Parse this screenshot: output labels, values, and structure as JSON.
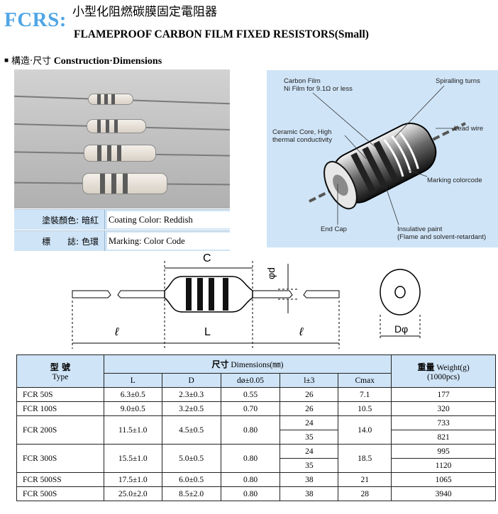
{
  "header": {
    "brand": "FCRS:",
    "title_cn": "小型化阻燃碳膜固定電阻器",
    "title_en": "FLAMEPROOF CARBON FILM FIXED RESISTORS(Small)"
  },
  "section": {
    "bullet": "■",
    "title_cn": "構造·尺寸",
    "title_en": "Construction·Dimensions"
  },
  "photo_info": [
    {
      "label_cn": "塗裝顏色: 暗紅",
      "label_en": "Coating Color: Reddish"
    },
    {
      "label_cn": "標　　誌: 色環",
      "label_en": "Marking: Color Code"
    }
  ],
  "construction_labels": {
    "carbon_film": "Carbon Film",
    "ni_film": "Ni Film for 9.1Ω or less",
    "spiralling": "Spiralling turns",
    "ceramic_core": "Ceramic Core, High",
    "ceramic_core2": "thermal conductivity",
    "lead_wire": "Lead wire",
    "marking": "Marking colorcode",
    "end_cap": "End Cap",
    "insulative": "Insulative paint",
    "insulative2": "(Flame and solvent-retardant)"
  },
  "dimension_labels": {
    "C": "C",
    "phi_d": "φd",
    "l_left": "ℓ",
    "L": "L",
    "l_right": "ℓ",
    "D_phi": "Dφ"
  },
  "table": {
    "type_cn": "型  號",
    "type_en": "Type",
    "dims_cn": "尺寸",
    "dims_en": "Dimensions(㎜)",
    "weight_cn": "重量",
    "weight_en": "Weight(g)",
    "weight_unit": "(1000pcs)",
    "col_L": "L",
    "col_D": "D",
    "col_d": "dø±0.05",
    "col_l": "l±3",
    "col_C": "Cmax",
    "rows": [
      {
        "type": "FCR 50S",
        "L": "6.3±0.5",
        "D": "2.3±0.3",
        "d": "0.55",
        "l": "26",
        "C": "7.1",
        "w": "177"
      },
      {
        "type": "FCR 100S",
        "L": "9.0±0.5",
        "D": "3.2±0.5",
        "d": "0.70",
        "l": "26",
        "C": "10.5",
        "w": "320"
      },
      {
        "type": "FCR 200S",
        "L": "11.5±1.0",
        "D": "4.5±0.5",
        "d": "0.80",
        "l": "24",
        "l2": "35",
        "C": "14.0",
        "w": "733",
        "w2": "821"
      },
      {
        "type": "FCR 300S",
        "L": "15.5±1.0",
        "D": "5.0±0.5",
        "d": "0.80",
        "l": "24",
        "l2": "35",
        "C": "18.5",
        "w": "995",
        "w2": "1120"
      },
      {
        "type": "FCR 500SS",
        "L": "17.5±1.0",
        "D": "6.0±0.5",
        "d": "0.80",
        "l": "38",
        "C": "21",
        "w": "1065"
      },
      {
        "type": "FCR 500S",
        "L": "25.0±2.0",
        "D": "8.5±2.0",
        "d": "0.80",
        "l": "38",
        "C": "28",
        "w": "3940"
      }
    ]
  }
}
